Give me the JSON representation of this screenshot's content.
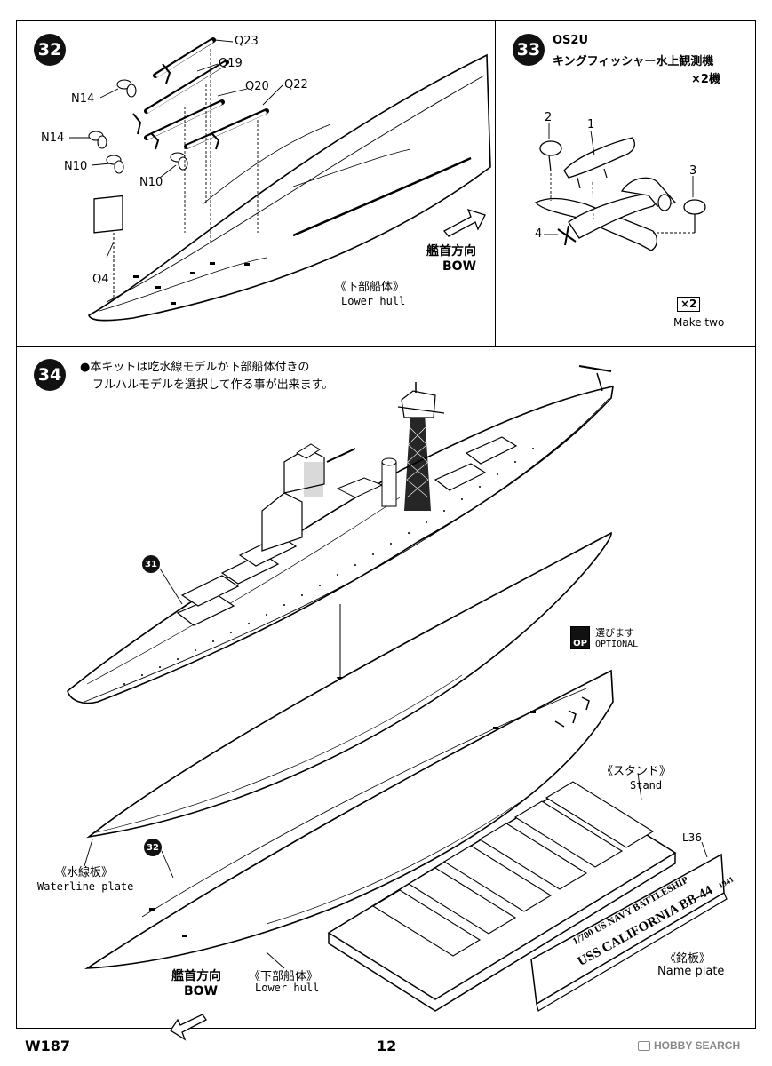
{
  "steps": {
    "s32": {
      "number": "32",
      "parts": [
        "Q23",
        "Q19",
        "Q20",
        "Q22",
        "N14",
        "N14",
        "N10",
        "N10",
        "Q4"
      ],
      "bow_jp": "艦首方向",
      "bow_en": "BOW",
      "hull_jp": "《下部船体》",
      "hull_en": "Lower hull"
    },
    "s33": {
      "number": "33",
      "title_en": "OS2U",
      "title_jp": "キングフィッシャー水上観測機",
      "qty": "×2機",
      "parts": [
        "1",
        "2",
        "3",
        "4"
      ],
      "x2": "×2",
      "make_two": "Make two"
    },
    "s34": {
      "number": "34",
      "note_line1": "●本キットは吃水線モデルか下部船体付きの",
      "note_line2": "フルハルモデルを選択して作る事が出来ます。",
      "ref31": "31",
      "ref32": "32",
      "optional_jp": "選びます",
      "optional_en": "OPTIONAL",
      "op": "OP",
      "stand_jp": "《スタンド》",
      "stand_en": "Stand",
      "l36": "L36",
      "waterline_jp": "《水線板》",
      "waterline_en": "Waterline plate",
      "bow_jp": "艦首方向",
      "bow_en": "BOW",
      "hull_jp": "《下部船体》",
      "hull_en": "Lower hull",
      "nameplate_jp": "《銘板》",
      "nameplate_en": "Name plate",
      "plate_line1": "1/700 US NAVY BATTLESHIP",
      "plate_line2": "USS CALIFORNIA BB-44",
      "plate_year": "1941"
    }
  },
  "footer": {
    "code": "W187",
    "page": "12",
    "watermark": "HOBBY SEARCH"
  }
}
